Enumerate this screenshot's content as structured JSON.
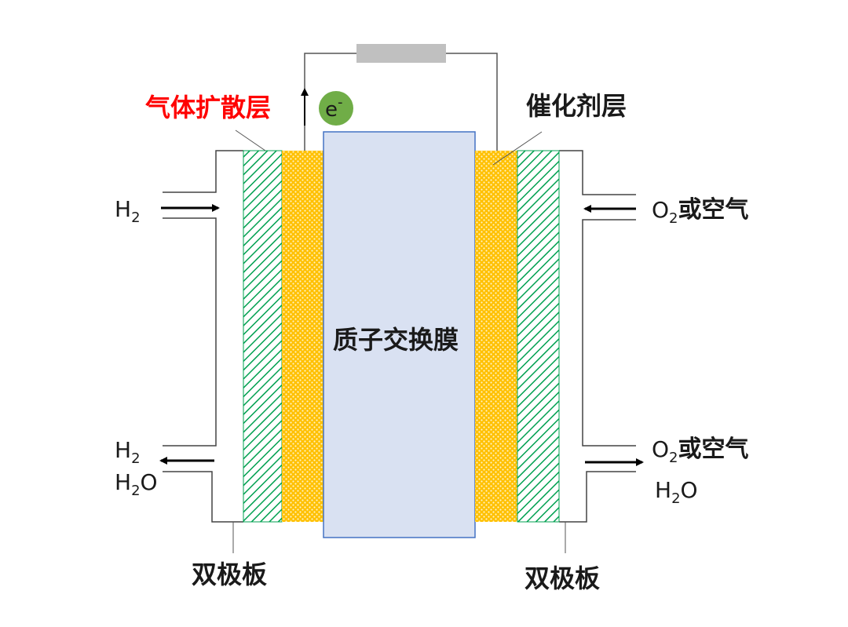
{
  "labels": {
    "gas_diffusion_layer": "气体扩散层",
    "catalyst_layer": "催化剂层",
    "membrane": "质子交换膜",
    "bipolar_plate_left": "双极板",
    "bipolar_plate_right": "双极板",
    "electron": "e",
    "electron_sup": "-"
  },
  "left_inlet": {
    "species": "H",
    "sub": "2"
  },
  "left_outlet": {
    "line1": {
      "species": "H",
      "sub": "2"
    },
    "line2": {
      "a": "H",
      "sub": "2",
      "b": "O"
    }
  },
  "right_inlet": {
    "species": "O",
    "sub": "2",
    "suffix": "或空气"
  },
  "right_outlet": {
    "line1": {
      "species": "O",
      "sub": "2",
      "suffix": "或空气"
    },
    "line2": {
      "a": "H",
      "sub": "2",
      "b": "O"
    }
  },
  "colors": {
    "label_highlight": "#ff0000",
    "gas_diffusion_layer": "#00a050",
    "catalyst_layer": "#ffc000",
    "membrane_fill": "#d9e1f2",
    "membrane_border": "#4472c4",
    "resistor": "#c0c0c0",
    "electron_badge": "#70ad47"
  }
}
